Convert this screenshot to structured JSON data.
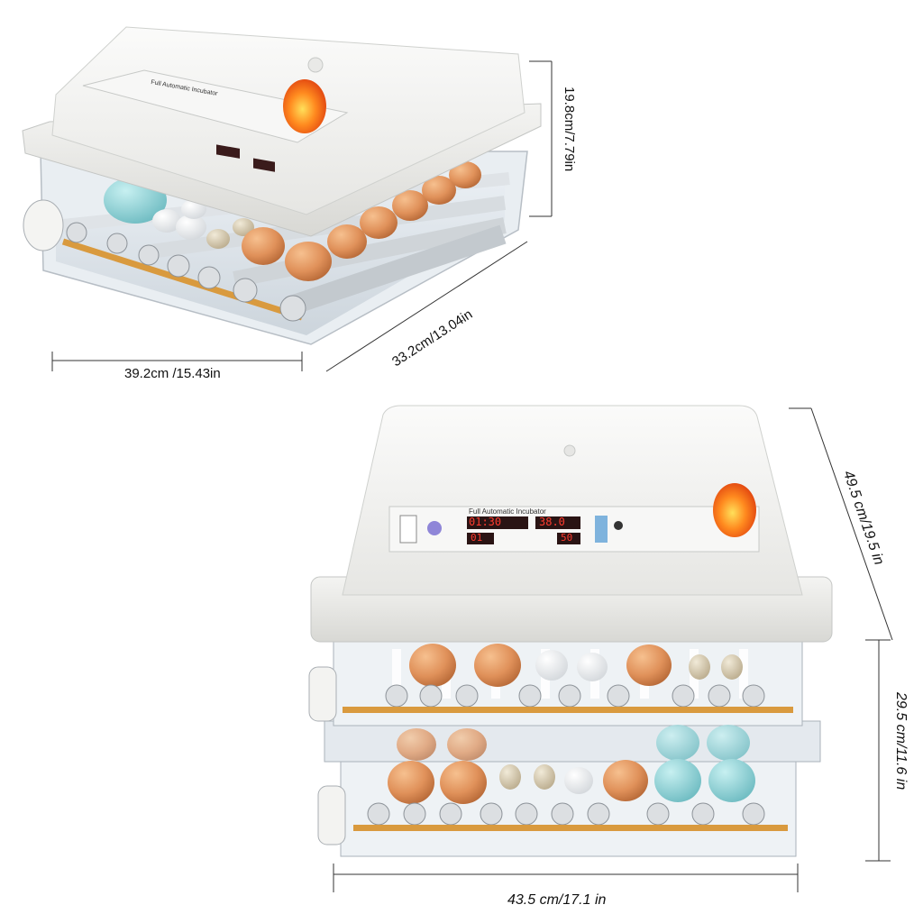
{
  "top_incubator": {
    "panel_title": "Full Automatic Incubator",
    "display_left": "",
    "display_right": "",
    "dimensions": {
      "width": "39.2cm /15.43in",
      "depth": "33.2cm/13.04in",
      "height": "19.8cm/7.79in"
    }
  },
  "bottom_incubator": {
    "panel_title": "Full Automatic Incubator",
    "display_time": "01:30",
    "display_temp": "38.0",
    "display_day": "01",
    "display_humidity": "50",
    "dimensions": {
      "width": "43.5 cm/17.1 in",
      "upper_height": "49.5 cm/19.5 in",
      "lower_height": "29.5 cm/11.6 in"
    }
  },
  "colors": {
    "housing": "#f1f1ef",
    "display_red": "#e8231f",
    "candling_egg": "#ff7a1a",
    "brown_egg": "#e0915a",
    "blue_egg": "#8fd3d6"
  }
}
